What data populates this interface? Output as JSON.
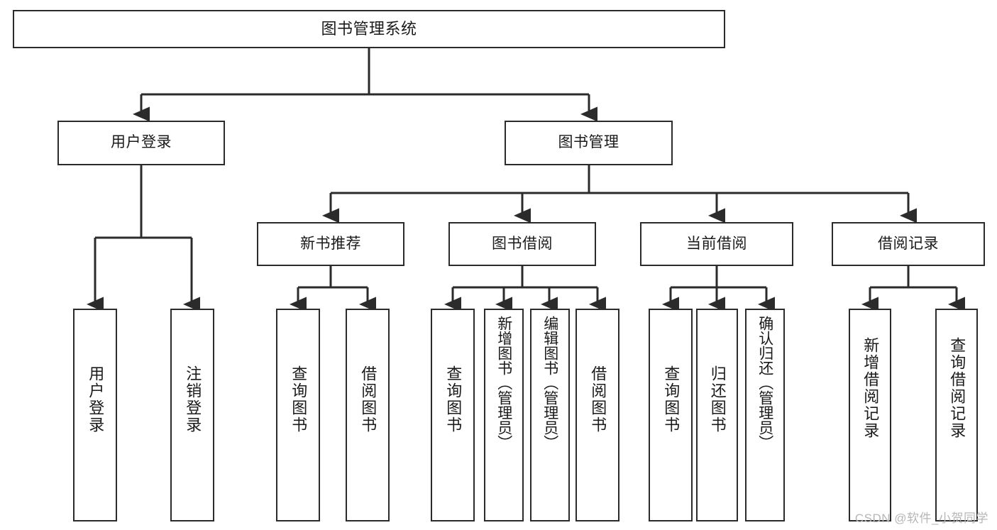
{
  "diagram": {
    "type": "tree-hierarchy-chart",
    "title": "图书管理系统",
    "stroke_color": "#2b2b2b",
    "background_color": "#ffffff",
    "text_color": "#1a1a1a"
  },
  "nodes": {
    "root": {
      "label": "图书管理系统",
      "level": 1
    },
    "level2": [
      {
        "label": "用户登录"
      },
      {
        "label": "图书管理"
      }
    ],
    "level3": [
      {
        "label": "新书推荐"
      },
      {
        "label": "图书借阅"
      },
      {
        "label": "当前借阅"
      },
      {
        "label": "借阅记录"
      }
    ],
    "leaves": [
      {
        "label": "用户登录",
        "parent": "用户登录"
      },
      {
        "label": "注销登录",
        "parent": "用户登录"
      },
      {
        "label": "查询图书",
        "parent": "新书推荐"
      },
      {
        "label": "借阅图书",
        "parent": "新书推荐"
      },
      {
        "label": "查询图书",
        "parent": "图书借阅"
      },
      {
        "label": "新增图书（管理员）",
        "parent": "图书借阅"
      },
      {
        "label": "编辑图书（管理员）",
        "parent": "图书借阅"
      },
      {
        "label": "借阅图书",
        "parent": "图书借阅"
      },
      {
        "label": "查询图书",
        "parent": "当前借阅"
      },
      {
        "label": "归还图书",
        "parent": "当前借阅"
      },
      {
        "label": "确认归还（管理员）",
        "parent": "当前借阅"
      },
      {
        "label": "新增借阅记录",
        "parent": "借阅记录"
      },
      {
        "label": "查询借阅记录",
        "parent": "借阅记录"
      }
    ]
  },
  "watermark": {
    "text": "CSDN @软件_小贺同学",
    "color": "#b6b6b6"
  }
}
